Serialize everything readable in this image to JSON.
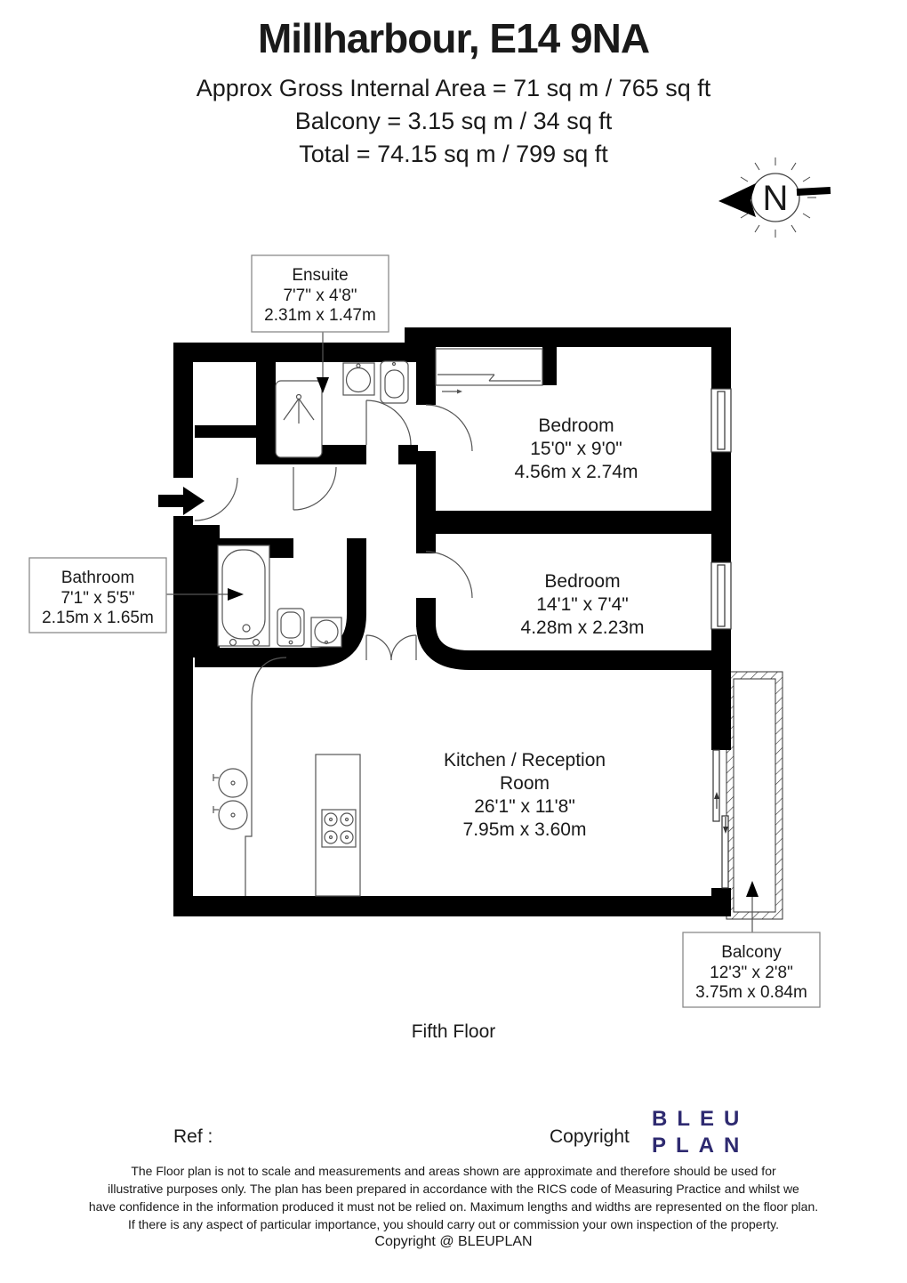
{
  "header": {
    "title": "Millharbour, E14 9NA",
    "line1": "Approx Gross Internal Area = 71 sq m / 765 sq ft",
    "line2": "Balcony = 3.15 sq m / 34 sq ft",
    "line3": "Total = 74.15 sq m / 799 sq ft"
  },
  "compass": {
    "label": "N"
  },
  "rooms": {
    "bedroom1": {
      "name": "Bedroom",
      "imperial": "15'0\" x 9'0\"",
      "metric": "4.56m x 2.74m"
    },
    "bedroom2": {
      "name": "Bedroom",
      "imperial": "14'1\" x 7'4\"",
      "metric": "4.28m x 2.23m"
    },
    "kitchen": {
      "name_line1": "Kitchen / Reception",
      "name_line2": "Room",
      "imperial": "26'1\" x 11'8\"",
      "metric": "7.95m x 3.60m"
    }
  },
  "callouts": {
    "ensuite": {
      "name": "Ensuite",
      "imperial": "7'7\" x 4'8\"",
      "metric": "2.31m x 1.47m"
    },
    "bathroom": {
      "name": "Bathroom",
      "imperial": "7'1\" x 5'5\"",
      "metric": "2.15m x 1.65m"
    },
    "balcony": {
      "name": "Balcony",
      "imperial": "12'3\" x 2'8\"",
      "metric": "3.75m x 0.84m"
    }
  },
  "floor_label": "Fifth Floor",
  "footer": {
    "ref_label": "Ref  :",
    "copyright_label": "Copyright",
    "logo_line1": "BLEU",
    "logo_line2": "PLAN",
    "disclaimer": [
      "The Floor plan is not to scale and measurements and areas shown are approximate and therefore should be used for",
      "illustrative purposes only. The plan has been prepared in accordance with the RICS code of Measuring Practice and whilst we",
      "have confidence in the information produced it must not be relied on. Maximum lengths and widths are represented on the floor plan.",
      "If there is any aspect of particular importance, you should carry out or commission your own inspection of the property."
    ],
    "copyright_line": "Copyright @ BLEUPLAN"
  },
  "colors": {
    "walls": "#000000",
    "logo": "#2e2a70",
    "text": "#1a1a1a"
  }
}
